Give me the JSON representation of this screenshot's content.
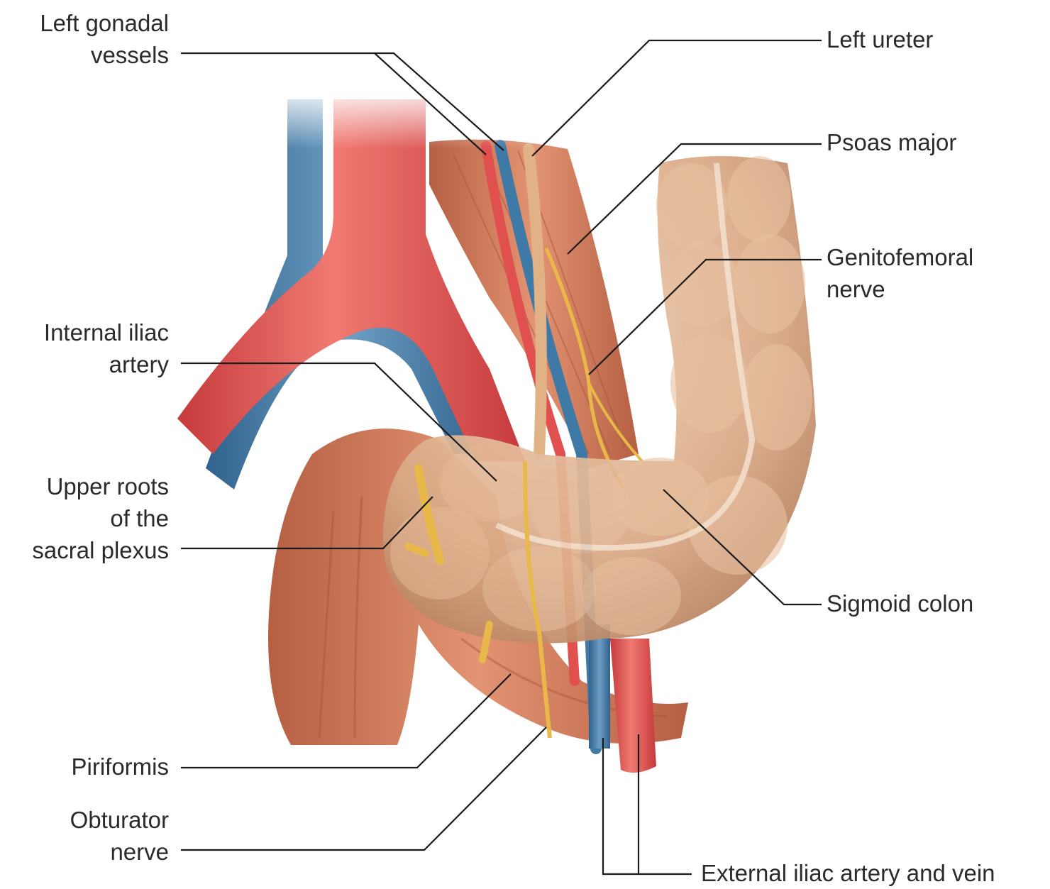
{
  "labels": {
    "left_gonadal_vessels": [
      "Left gonadal",
      "vessels"
    ],
    "internal_iliac_artery": [
      "Internal iliac",
      "artery"
    ],
    "upper_roots_sacral_plexus": [
      "Upper roots",
      "of the",
      "sacral plexus"
    ],
    "piriformis": [
      "Piriformis"
    ],
    "obturator_nerve": [
      "Obturator",
      "nerve"
    ],
    "left_ureter": [
      "Left ureter"
    ],
    "psoas_major": [
      "Psoas major"
    ],
    "genitofemoral_nerve": [
      "Genitofemoral",
      "nerve"
    ],
    "sigmoid_colon": [
      "Sigmoid colon"
    ],
    "external_iliac_artery_and_vein": [
      "External iliac artery and vein"
    ]
  },
  "colors": {
    "artery": "#e0504f",
    "vein": "#3f7aa6",
    "muscle": "#cf7656",
    "colon": "#ddb08c",
    "nerve": "#e8b948",
    "leader_line": "#1a1a1a"
  }
}
